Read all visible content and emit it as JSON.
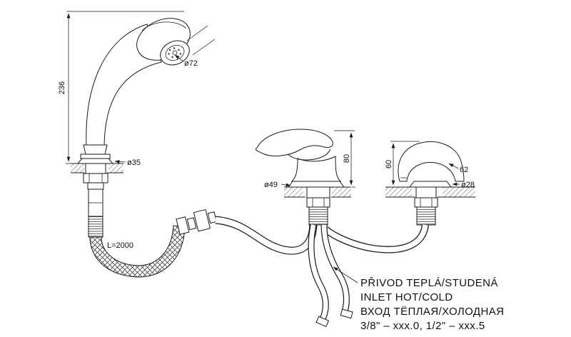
{
  "drawing": {
    "dimensions": {
      "shower_height": "236",
      "shower_head_diameter": "ø72",
      "shower_mount_diameter": "ø35",
      "hose_length": "L=2000",
      "mixer_height": "80",
      "mixer_mount_diameter": "ø49",
      "spout_height": "60",
      "spout_length": "62",
      "spout_mount_diameter": "ø28"
    },
    "inlet_note": {
      "line_cs": "PŘIVOD TEPLÁ/STUDENÁ",
      "line_en": "INLET HOT/COLD",
      "line_ru": "ВХОД ТЁПЛАЯ/ХОЛОДНАЯ",
      "line_sizes": "3/8\" –  xxx.0,  1/2\" –  xxx.5"
    },
    "colors": {
      "line": "#1a1a1a",
      "background": "#ffffff"
    }
  }
}
